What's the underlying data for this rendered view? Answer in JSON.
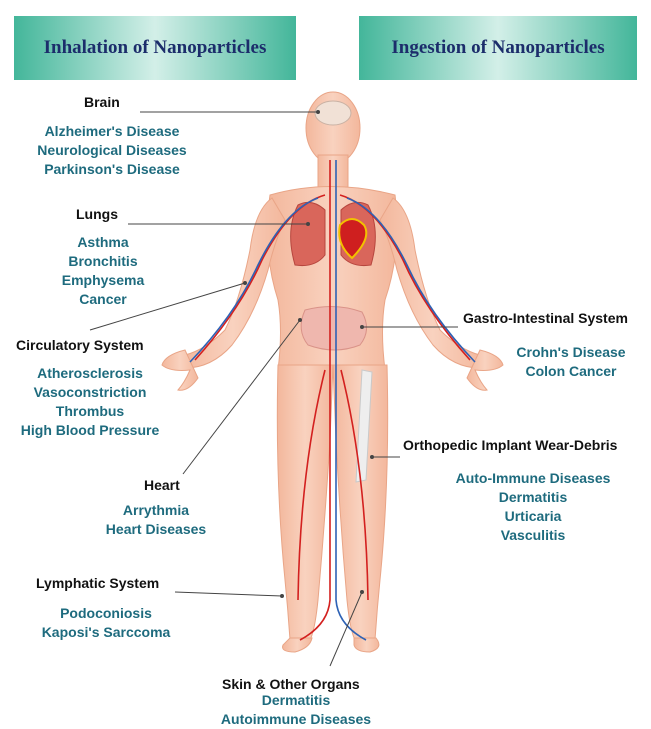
{
  "banners": {
    "left": "Inhalation of Nanoparticles",
    "right": "Ingestion of Nanoparticles"
  },
  "brain": {
    "heading": "Brain",
    "items": [
      "Alzheimer's  Disease",
      "Neurological Diseases",
      "Parkinson's Disease"
    ]
  },
  "lungs": {
    "heading": "Lungs",
    "items": [
      "Asthma",
      "Bronchitis",
      "Emphysema",
      "Cancer"
    ]
  },
  "circulatory": {
    "heading": "Circulatory System",
    "items": [
      "Atherosclerosis",
      "Vasoconstriction",
      "Thrombus",
      "High Blood Pressure"
    ]
  },
  "heart": {
    "heading": "Heart",
    "items": [
      "Arrythmia",
      "Heart Diseases"
    ]
  },
  "lymphatic": {
    "heading": "Lymphatic System",
    "items": [
      "Podoconiosis",
      "Kaposi's Sarccoma"
    ]
  },
  "skin": {
    "heading": "Skin & Other Organs",
    "items": [
      "Dermatitis",
      "Autoimmune Diseases"
    ]
  },
  "gastro": {
    "heading": "Gastro-Intestinal System",
    "items": [
      "Crohn's Disease",
      "Colon Cancer"
    ]
  },
  "orthopedic": {
    "heading": "Orthopedic Implant Wear-Debris",
    "items": [
      "Auto-Immune Diseases",
      "Dermatitis",
      "Urticaria",
      "Vasculitis"
    ]
  },
  "colors": {
    "heading": "#111111",
    "item_text": "#1e6b7e",
    "banner_text": "#1c2d6b",
    "banner_fill": "#43b69a",
    "skin": "#f6c3aa",
    "artery": "#d3201f",
    "vein": "#2e62b5"
  }
}
